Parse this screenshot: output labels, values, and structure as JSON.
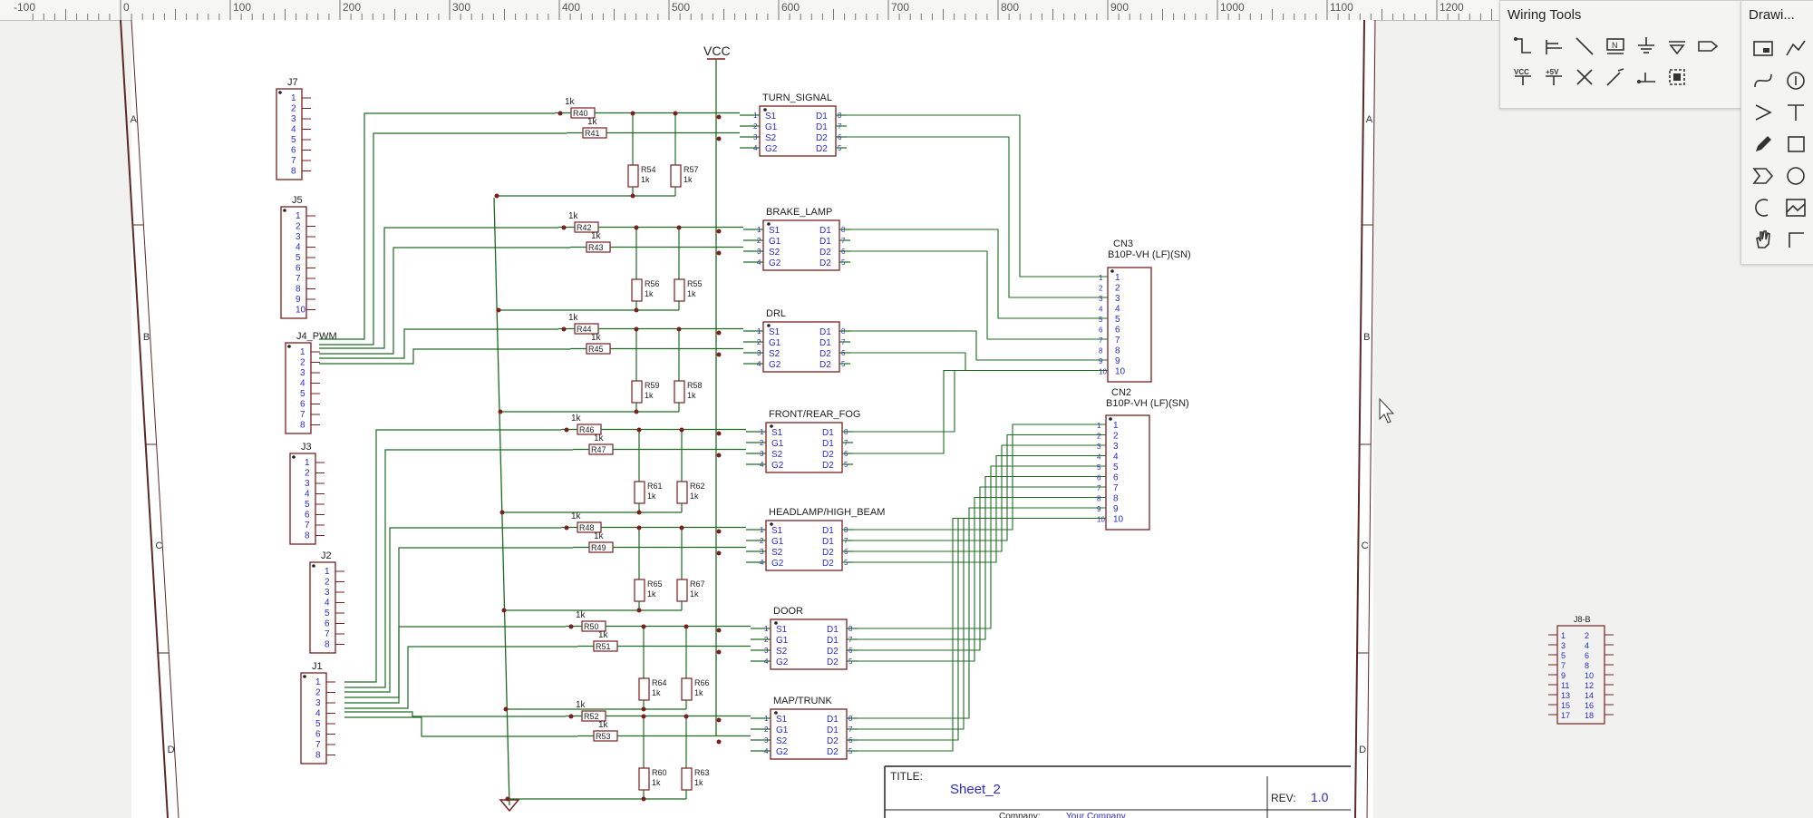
{
  "ruler": {
    "labels": [
      "-100",
      "0",
      "100",
      "200",
      "300",
      "400",
      "500",
      "600",
      "700",
      "800",
      "900",
      "1000",
      "1100",
      "1200"
    ]
  },
  "frame": {
    "row_letters": [
      "A",
      "B",
      "C",
      "D"
    ]
  },
  "power": {
    "vcc_label": "VCC"
  },
  "colors": {
    "wire": "#1e6a23",
    "component": "#7a1f1f",
    "pin_text": "#2a2ad0",
    "paper": "#ffffff",
    "frame": "#5a2a2a"
  },
  "connectors_left": [
    {
      "name": "J7",
      "pins": [
        "1",
        "2",
        "3",
        "4",
        "5",
        "6",
        "7",
        "8"
      ]
    },
    {
      "name": "J5",
      "pins": [
        "1",
        "2",
        "3",
        "4",
        "5",
        "6",
        "7",
        "8",
        "9",
        "10"
      ]
    },
    {
      "name": "J4_PWM",
      "pins": [
        "1",
        "2",
        "3",
        "4",
        "5",
        "6",
        "7",
        "8"
      ]
    },
    {
      "name": "J3",
      "pins": [
        "1",
        "2",
        "3",
        "4",
        "5",
        "6",
        "7",
        "8"
      ]
    },
    {
      "name": "J2",
      "pins": [
        "1",
        "2",
        "3",
        "4",
        "5",
        "6",
        "7",
        "8"
      ]
    },
    {
      "name": "J1",
      "pins": [
        "1",
        "2",
        "3",
        "4",
        "5",
        "6",
        "7",
        "8"
      ]
    }
  ],
  "drivers": [
    {
      "name": "TURN_SIGNAL",
      "ra": "R40",
      "rb": "R41",
      "rc": "R54",
      "rd": "R57"
    },
    {
      "name": "BRAKE_LAMP",
      "ra": "R42",
      "rb": "R43",
      "rc": "R56",
      "rd": "R55"
    },
    {
      "name": "DRL",
      "ra": "R44",
      "rb": "R45",
      "rc": "R59",
      "rd": "R58"
    },
    {
      "name": "FRONT/REAR_FOG",
      "ra": "R46",
      "rb": "R47",
      "rc": "R61",
      "rd": "R62"
    },
    {
      "name": "HEADLAMP/HIGH_BEAM",
      "ra": "R48",
      "rb": "R49",
      "rc": "R65",
      "rd": "R67"
    },
    {
      "name": "DOOR",
      "ra": "R50",
      "rb": "R51",
      "rc": "R64",
      "rd": "R66"
    },
    {
      "name": "MAP/TRUNK",
      "ra": "R52",
      "rb": "R53",
      "rc": "R60",
      "rd": "R63"
    }
  ],
  "resistor_value": "1k",
  "chip_pins_left": [
    "S1",
    "G1",
    "S2",
    "G2"
  ],
  "chip_pins_right": [
    "D1",
    "D1",
    "D2",
    "D2"
  ],
  "chip_pin_nums_left": [
    "1",
    "2",
    "3",
    "4"
  ],
  "chip_pin_nums_right": [
    "8",
    "7",
    "6",
    "5"
  ],
  "connectors_right": [
    {
      "name": "CN3",
      "part": "B10P-VH (LF)(SN)",
      "pins": [
        "1",
        "2",
        "3",
        "4",
        "5",
        "6",
        "7",
        "8",
        "9",
        "10"
      ]
    },
    {
      "name": "CN2",
      "part": "B10P-VH (LF)(SN)",
      "pins": [
        "1",
        "2",
        "3",
        "4",
        "5",
        "6",
        "7",
        "8",
        "9",
        "10"
      ]
    }
  ],
  "j8": {
    "name": "J8-B",
    "left_pins": [
      "1",
      "3",
      "5",
      "7",
      "9",
      "11",
      "13",
      "15",
      "17"
    ],
    "right_pins": [
      "2",
      "4",
      "6",
      "8",
      "10",
      "12",
      "14",
      "16",
      "18"
    ]
  },
  "title_block": {
    "title_label": "TITLE:",
    "title_value": "Sheet_2",
    "rev_label": "REV:",
    "rev_value": "1.0",
    "company_label": "Company:",
    "company_value": "Your Company"
  },
  "wiring_tools": {
    "title": "Wiring Tools",
    "row1": [
      "wire-icon",
      "bus-icon",
      "bus-entry-icon",
      "net-label-icon",
      "netport-icon",
      "ground-icon",
      "net-port-flag-icon"
    ],
    "row2": [
      "vcc-icon",
      "plus5v-icon",
      "no-connect-icon",
      "pin-icon",
      "net-flag-icon",
      "group-icon"
    ],
    "vcc_text": "VCC",
    "plus5v_text": "+5V"
  },
  "drawing_tools": {
    "title": "Drawi...",
    "icons": [
      "image-icon",
      "polyline-icon",
      "bezier-icon",
      "circle-plus-icon",
      "arrow-icon",
      "text-icon",
      "pencil-icon",
      "rectangle-icon",
      "chevron-shape-icon",
      "ellipse-icon",
      "arc-icon",
      "picture-icon",
      "hand-icon",
      "corner-icon"
    ]
  }
}
